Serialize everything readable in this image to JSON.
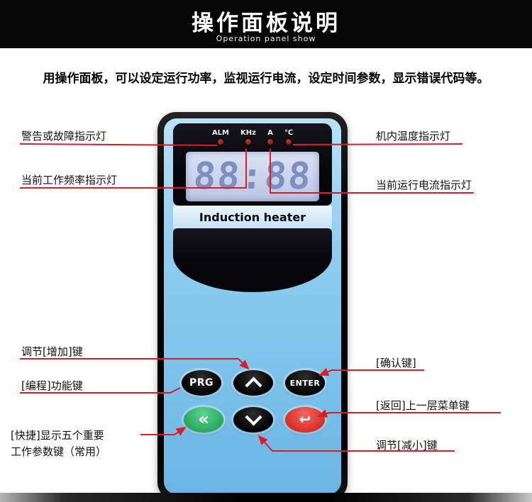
{
  "header": {
    "title": "操作面板说明",
    "subtitle": "Operation panel show"
  },
  "intro": "用操作面板，可以设定运行功率，监视运行电流，设定时间参数，显示错误代码等。",
  "device": {
    "indicators": [
      "ALM",
      "KHz",
      "A",
      "℃"
    ],
    "display_value": "88:88",
    "brand": "Induction heater",
    "buttons": {
      "prg": "PRG",
      "enter": "ENTER",
      "quick": "«",
      "back": "↩"
    }
  },
  "annotations": {
    "left": [
      {
        "text": "警告或故障指示灯"
      },
      {
        "text": "当前工作频率指示灯"
      },
      {
        "text": "调节[增加]键"
      },
      {
        "text": "[编程]功能键"
      },
      {
        "text": "[快捷]显示五个重要",
        "text2": "工作参数键（常用）"
      }
    ],
    "right": [
      {
        "text": "机内温度指示灯"
      },
      {
        "text": "当前运行电流指示灯"
      },
      {
        "text": "[确认键]"
      },
      {
        "text": "[返回]上一层菜单键"
      },
      {
        "text": "调节[减小]键"
      }
    ]
  },
  "colors": {
    "accent_red": "#e01b24",
    "panel_blue": "#8ecdf0",
    "button_green": "#27a35a",
    "button_red": "#d92b24",
    "banner_black": "#050505"
  }
}
